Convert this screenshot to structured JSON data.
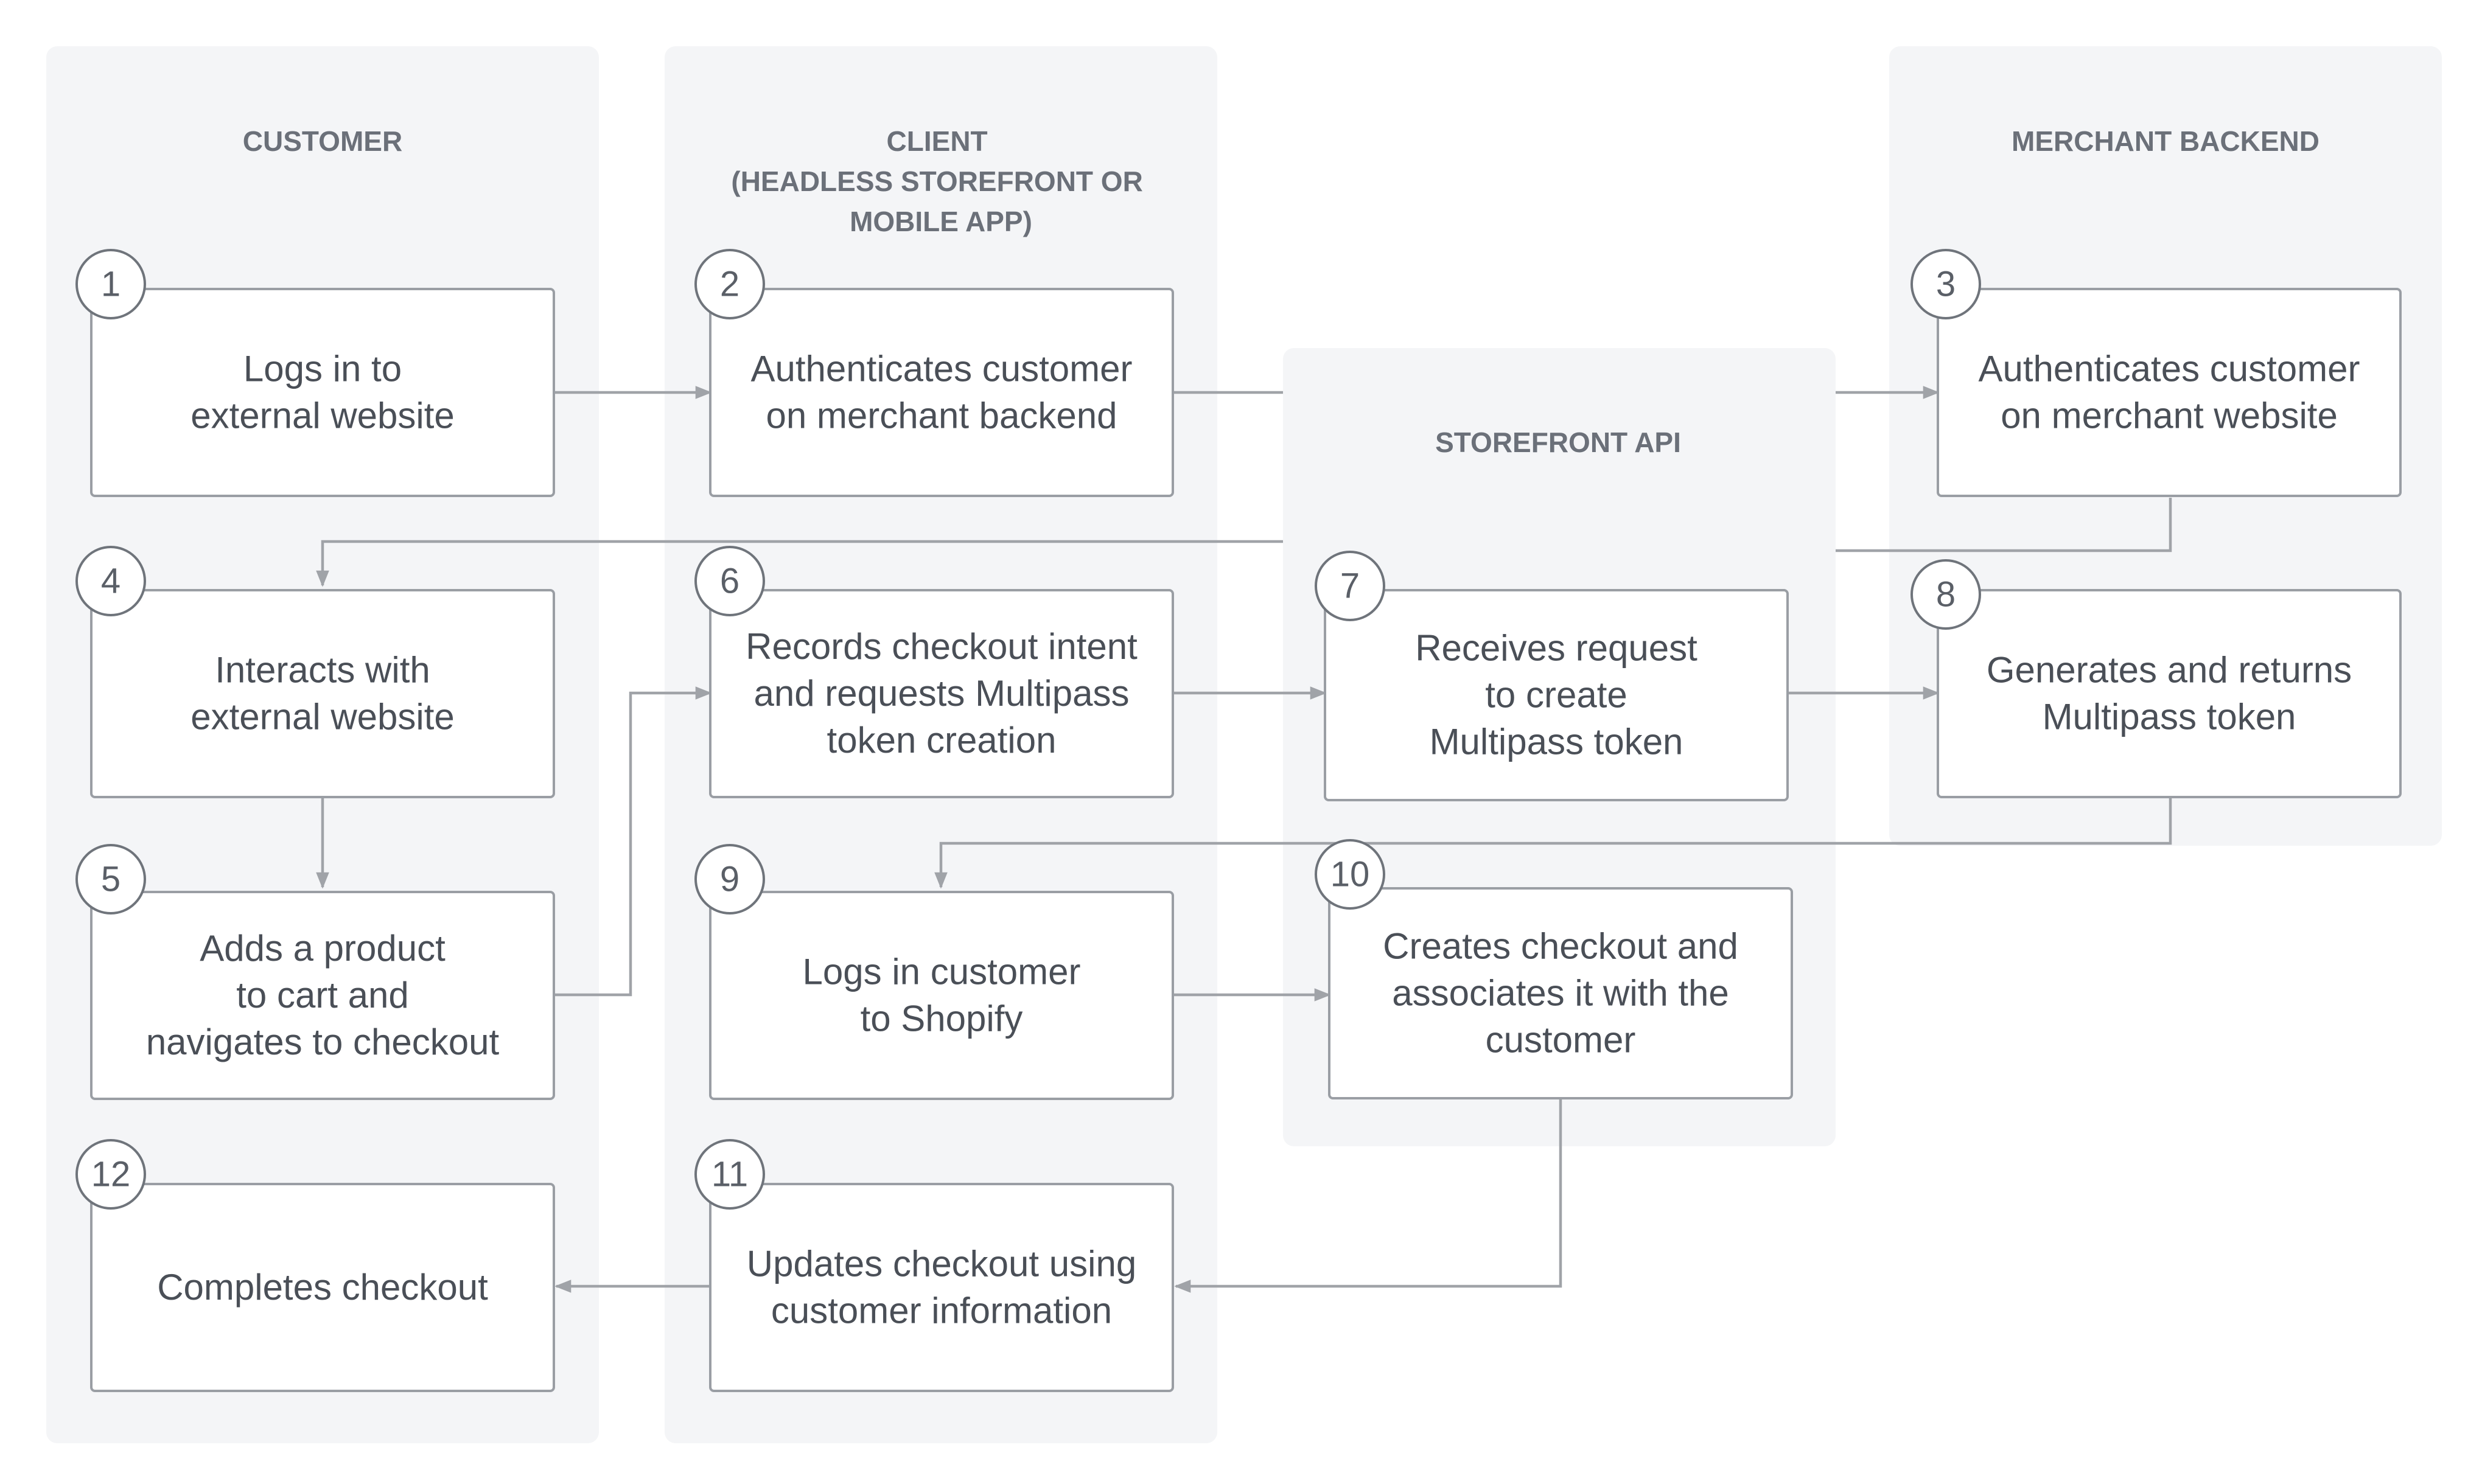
{
  "lanes": {
    "customer": "CUSTOMER",
    "client": [
      "CLIENT",
      "(HEADLESS STOREFRONT OR",
      "MOBILE APP)"
    ],
    "storefront": "STOREFRONT API",
    "merchant": "MERCHANT BACKEND"
  },
  "steps": [
    {
      "num": "1",
      "lines": [
        "Logs in to",
        "external website"
      ]
    },
    {
      "num": "2",
      "lines": [
        "Authenticates customer",
        "on merchant backend"
      ]
    },
    {
      "num": "3",
      "lines": [
        "Authenticates customer",
        "on merchant website"
      ]
    },
    {
      "num": "4",
      "lines": [
        "Interacts with",
        "external website"
      ]
    },
    {
      "num": "5",
      "lines": [
        "Adds a product",
        "to cart and",
        "navigates to checkout"
      ]
    },
    {
      "num": "6",
      "lines": [
        "Records checkout intent",
        "and requests Multipass",
        "token creation"
      ]
    },
    {
      "num": "7",
      "lines": [
        "Receives request",
        "to create",
        "Multipass token"
      ]
    },
    {
      "num": "8",
      "lines": [
        "Generates and returns",
        "Multipass token"
      ]
    },
    {
      "num": "9",
      "lines": [
        "Logs in customer",
        "to Shopify"
      ]
    },
    {
      "num": "10",
      "lines": [
        "Creates checkout and",
        "associates it with the",
        "customer"
      ]
    },
    {
      "num": "11",
      "lines": [
        "Updates checkout using",
        "customer information"
      ]
    },
    {
      "num": "12",
      "lines": [
        "Completes checkout"
      ]
    }
  ],
  "colors": {
    "lane_background": "#f4f5f7",
    "box_border": "#9a9ea4",
    "text": "#4a4f57",
    "lane_title": "#6b7079",
    "connector": "#a0a3a8"
  }
}
